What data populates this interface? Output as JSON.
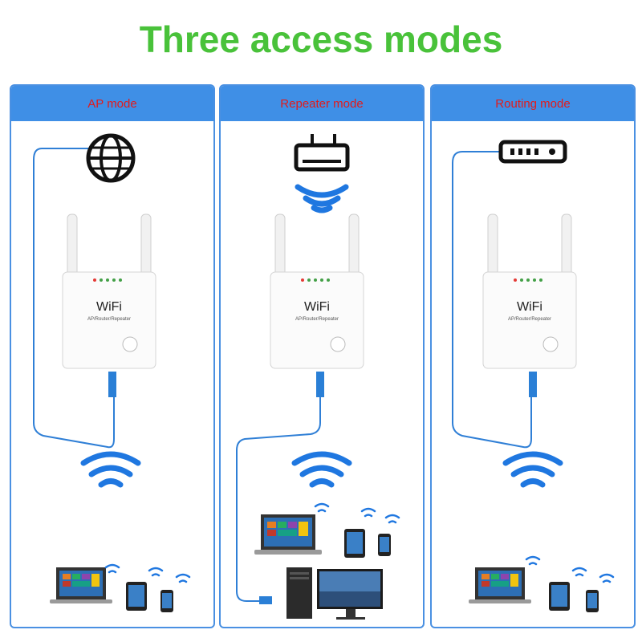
{
  "title": "Three access modes",
  "device": {
    "brand": "WiFi",
    "subtitle": "AP/Router/Repeater"
  },
  "modes": [
    {
      "label": "AP mode",
      "source": "globe-icon",
      "clients": [
        "laptop",
        "tablet",
        "phone"
      ]
    },
    {
      "label": "Repeater mode",
      "source": "router-icon",
      "clients": [
        "laptop",
        "tablet",
        "phone",
        "desktop-pc"
      ]
    },
    {
      "label": "Routing mode",
      "source": "modem-icon",
      "clients": [
        "laptop",
        "tablet",
        "phone"
      ]
    }
  ],
  "colors": {
    "title": "#49c23a",
    "header_bg": "#3f8fe6",
    "header_text": "#e21b1b",
    "accent": "#1f77e0"
  }
}
